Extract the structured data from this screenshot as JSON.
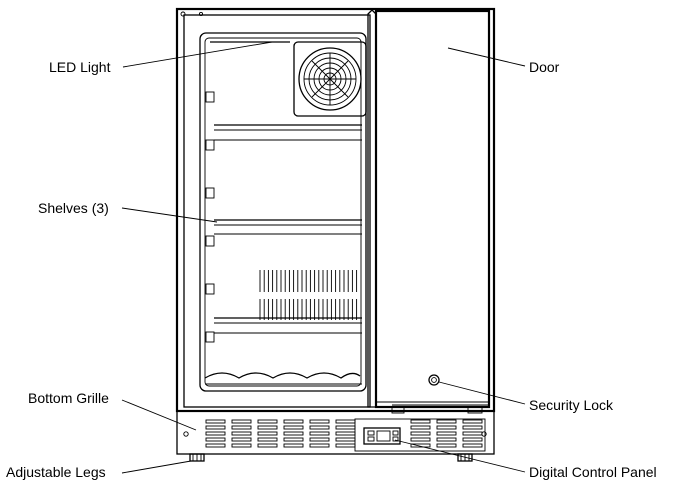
{
  "labels": {
    "led_light": "LED Light",
    "shelves": "Shelves (3)",
    "bottom_grille": "Bottom Grille",
    "adjustable_legs": "Adjustable Legs",
    "door": "Door",
    "security_lock": "Security Lock",
    "digital_control_panel": "Digital Control Panel"
  }
}
